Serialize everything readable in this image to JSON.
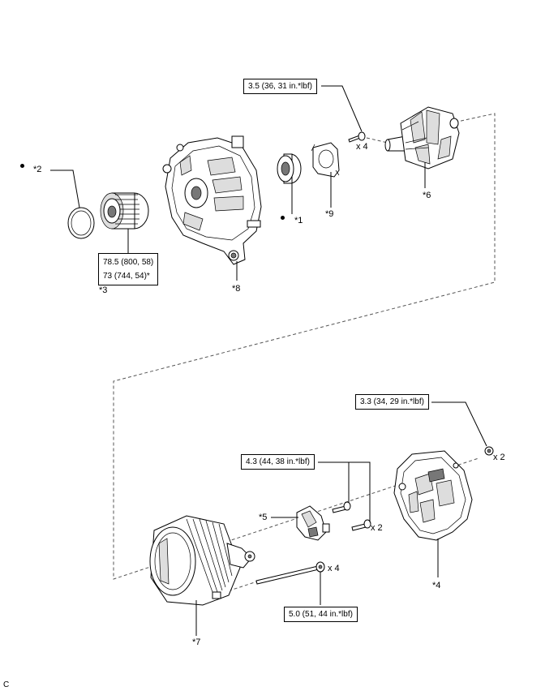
{
  "callouts": {
    "p1": "*1",
    "p2": "*2",
    "p3": "*3",
    "p4": "*4",
    "p5": "*5",
    "p6": "*6",
    "p7": "*7",
    "p8": "*8",
    "p9": "*9"
  },
  "quantities": {
    "brush_screws": "x 4",
    "rear_cover_nuts": "x 2",
    "regulator_bolts": "x 2",
    "through_bolts": "x 4"
  },
  "torque_specs": {
    "brush_holder": "3.5 (36, 31 in.*lbf)",
    "pulley_line1": "78.5 (800, 58)",
    "pulley_line2": "73 (744, 54)*",
    "rear_cover": "3.3 (34, 29 in.*lbf)",
    "regulator": "4.3 (44, 38 in.*lbf)",
    "through_bolt": "5.0 (51, 44 in.*lbf)"
  },
  "corner_code": "C"
}
